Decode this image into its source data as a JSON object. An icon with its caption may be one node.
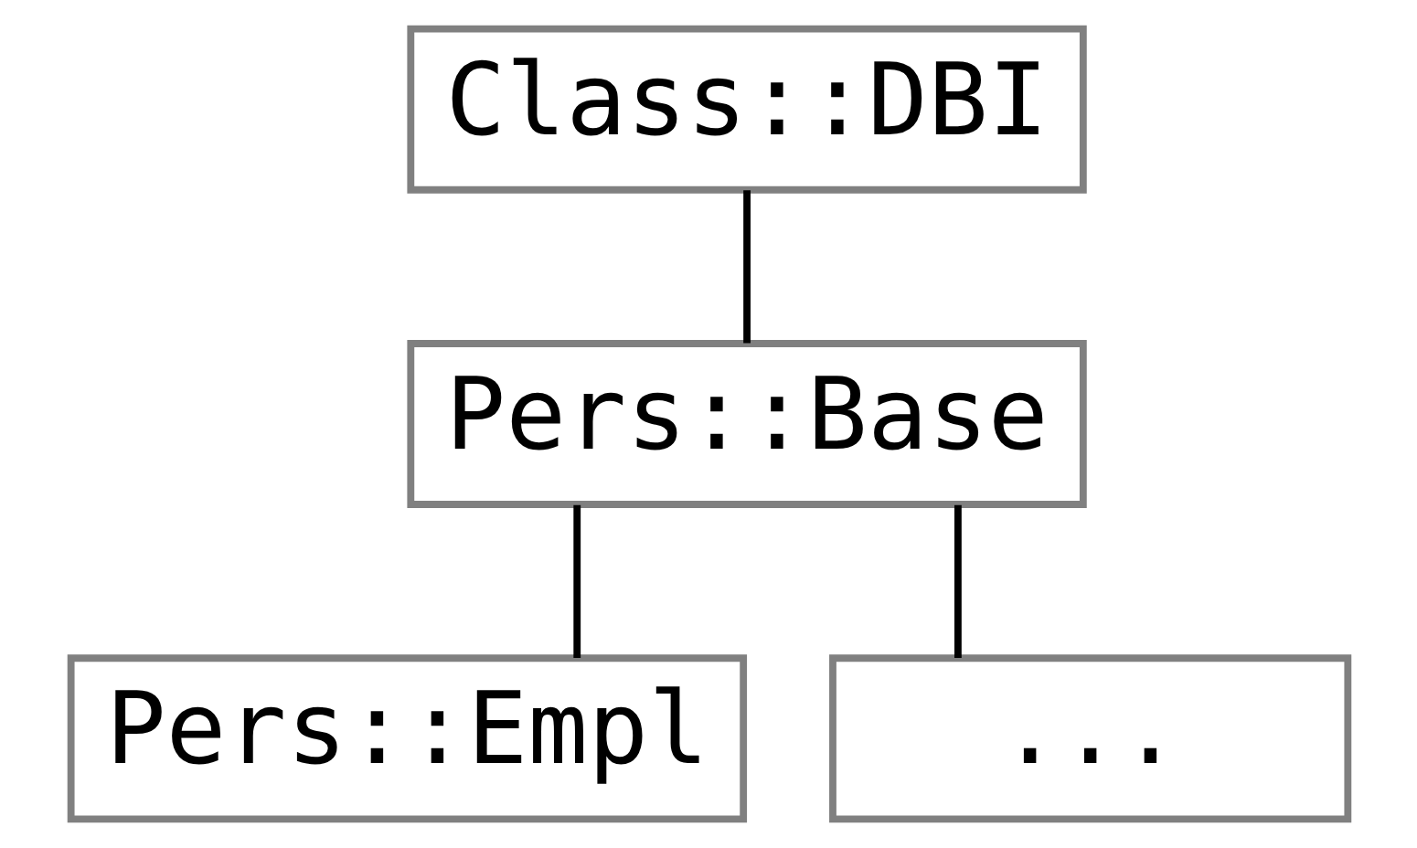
{
  "diagram": {
    "nodes": [
      {
        "text": [
          "Class::DBI"
        ]
      },
      {
        "text": [
          "Pers::Base"
        ]
      },
      {
        "text": [
          "Pers::Empl"
        ]
      },
      {
        "text": [
          "..."
        ]
      }
    ],
    "edges": [
      {
        "from": 0,
        "to": 1,
        "arrow": "none"
      },
      {
        "from": 1,
        "to": 2,
        "arrow": "none"
      },
      {
        "from": 1,
        "to": 3,
        "arrow": "none"
      }
    ]
  }
}
